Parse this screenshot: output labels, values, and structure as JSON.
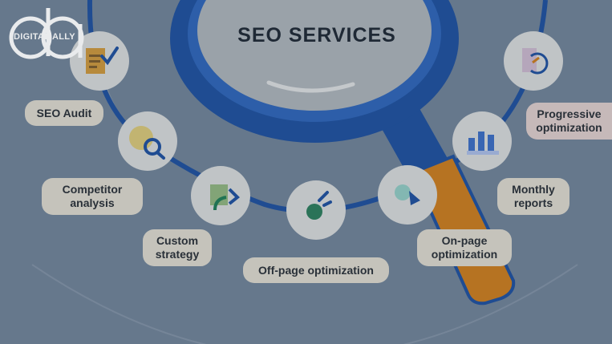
{
  "brand": {
    "name": "DIGITAL ALLY"
  },
  "title": "SEO SERVICES",
  "services": {
    "seo_audit": "SEO Audit",
    "competitor_analysis": "Competitor\nanalysis",
    "custom_strategy": "Custom\nstrategy",
    "off_page": "Off-page optimization",
    "on_page": "On-page\noptimization",
    "monthly_reports": "Monthly\nreports",
    "progressive": "Progressive\noptimization"
  },
  "icons": [
    "audit-report-icon",
    "magnifier-analysis-icon",
    "strategy-arrows-icon",
    "pin-cursor-icon",
    "play-cursor-icon",
    "bar-chart-icon",
    "cycle-icon"
  ],
  "colors": {
    "background": "#6e7f93",
    "ring": "#1f4f9a",
    "handle": "#c77a1e",
    "pill": "#d7d3c8",
    "circle": "#d2d4d4"
  }
}
